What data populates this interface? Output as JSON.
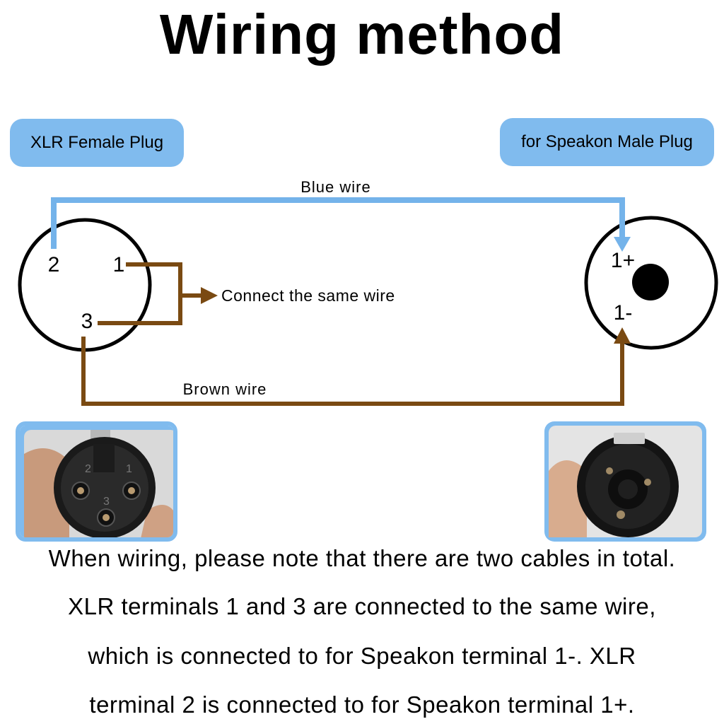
{
  "title": "Wiring method",
  "colors": {
    "accent_blue": "#80bbee",
    "blue_wire": "#74b3ea",
    "brown_wire": "#7a4a12",
    "photo_border": "#80bbee"
  },
  "left_connector": {
    "label": "XLR Female Plug",
    "pins": {
      "p1": "1",
      "p2": "2",
      "p3": "3"
    }
  },
  "right_connector": {
    "label": "for Speakon Male Plug",
    "pins": {
      "plus": "1+",
      "minus": "1-"
    }
  },
  "wires": {
    "blue": "Blue wire",
    "brown": "Brown wire",
    "join": "Connect the same wire"
  },
  "photos": {
    "left_pins": {
      "p2": "2",
      "p1": "1",
      "p3": "3"
    }
  },
  "notes": [
    "When wiring, please note that there are two cables in total.",
    "XLR terminals 1 and 3 are connected to the same wire,",
    "which is connected to for Speakon terminal 1-. XLR",
    "terminal 2 is connected to for Speakon terminal 1+."
  ]
}
